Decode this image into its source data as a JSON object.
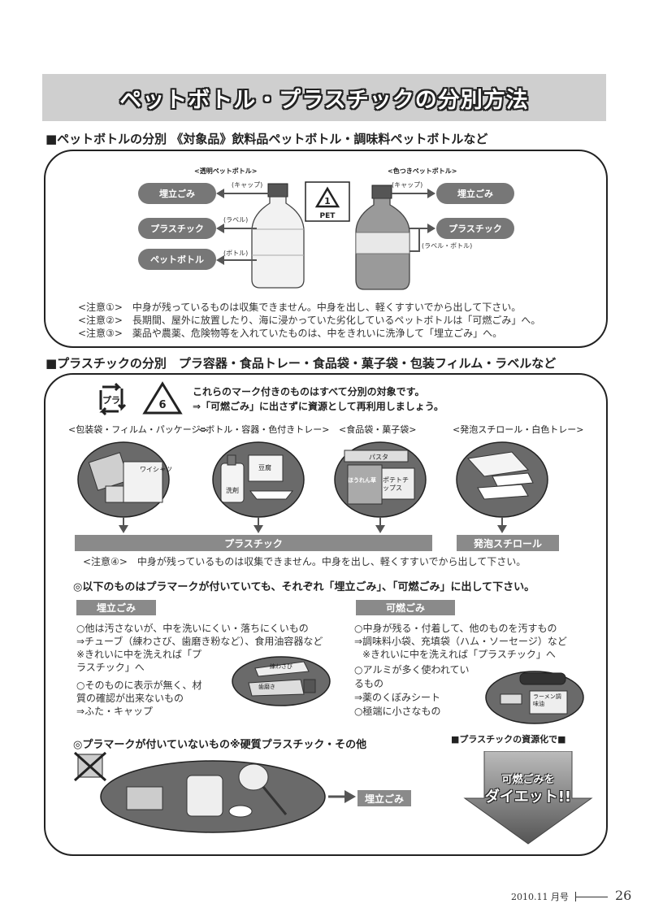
{
  "title": "ペットボトル・プラスチックの分別方法",
  "pet_section": {
    "heading": "■ペットボトルの分別 《対象品》飲料品ペットボトル・調味料ペットボトルなど",
    "clear_label": "<透明ペットボトル>",
    "colored_label": "<色つきペットボトル>",
    "pills": {
      "landfill": "埋立ごみ",
      "plastic": "プラスチック",
      "pet": "ペットボトル"
    },
    "small_labels": {
      "cap": "(キャップ)",
      "label": "(ラベル)",
      "bottle": "(ボトル)",
      "label_bottle": "(ラベル・ボトル)"
    },
    "pet_mark": "PET",
    "pet_mark_number": "1",
    "notes": [
      "<注意①>　中身が残っているものは収集できません。中身を出し、軽くすすいでから出して下さい。",
      "<注意②>　長期間、屋外に放置したり、海に浸かっていた劣化しているペットボトルは「可燃ごみ」へ。",
      "<注意③>　薬品や農薬、危険物等を入れていたものは、中をきれいに洗浄して「埋立ごみ」へ。"
    ]
  },
  "plastic_section": {
    "heading": "■プラスチックの分別　プラ容器・食品トレー・食品袋・菓子袋・包装フィルム・ラベルなど",
    "mark_pura": "プラ",
    "mark_number": "6",
    "intro": [
      "これらのマーク付きのものはすべて分別の対象です。",
      "⇒「可燃ごみ」に出さずに資源として再利用しましょう。"
    ],
    "categories": [
      "<包装袋・フィルム・パッケージ>",
      "<ボトル・容器・色付きトレー>",
      "<食品袋・菓子袋>",
      "<発泡スチロール・白色トレー>"
    ],
    "item_labels": {
      "shirt": "ワイシャツ",
      "tofu": "豆腐",
      "detergent": "洗剤",
      "pasta": "パスタ",
      "spinach": "ほうれん草",
      "chips": "ポテトチップス"
    },
    "band_plastic": "プラスチック",
    "band_styro": "発泡スチロール",
    "note4": "<注意④>　中身が残っているものは収集できません。中身を出し、軽くすすいでから出して下さい。",
    "exceptions_heading": "◎以下のものはプラマークが付いていても、それぞれ「埋立ごみ」、「可燃ごみ」に出して下さい。",
    "landfill_head": "埋立ごみ",
    "landfill_lines": [
      "○他は汚さないが、中を洗いにくい・落ちにくいもの",
      "⇒チューブ（練わさび、歯磨き粉など）、食用油容器など",
      "※きれいに中を洗えれば「プ",
      "ラスチック」へ",
      "○そのものに表示が無く、材",
      "質の確認が出来ないもの",
      "⇒ふた・キャップ"
    ],
    "tube_labels": {
      "wasabi": "練わさび",
      "toothpaste": "歯磨き"
    },
    "burnable_head": "可燃ごみ",
    "burnable_lines": [
      "○中身が残る・付着して、他のものを汚すもの",
      "⇒調味料小袋、充填袋（ハム・ソーセージ）など",
      "※きれいに中を洗えれば「プラスチック」へ",
      "○アルミが多く使われてい",
      "るもの",
      "⇒薬のくぼみシート",
      "○極端に小さなもの"
    ],
    "ramen_label": "ラーメン調味油",
    "no_mark_heading": "◎プラマークが付いていないもの※硬質プラスチック・その他",
    "no_mark_result": "埋立ごみ",
    "diet_heading": "■プラスチックの資源化で■",
    "diet_line1": "可燃ごみを",
    "diet_line2": "ダイエット!!"
  },
  "footer": {
    "issue": "2010.11 月号",
    "page": "26"
  }
}
